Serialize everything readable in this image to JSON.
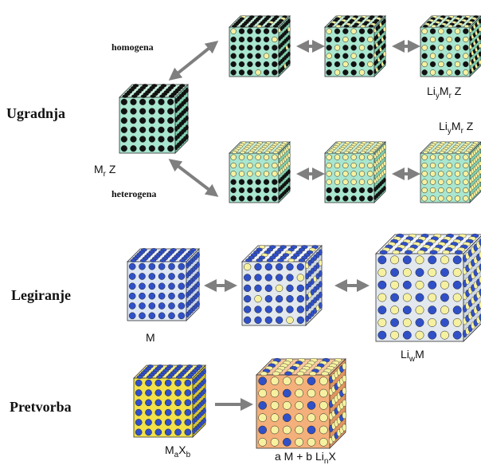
{
  "sections": {
    "ugradnja": "Ugradnja",
    "legiranje": "Legiranje",
    "pretvorba": "Pretvorba"
  },
  "paths": {
    "homogena": "homogena",
    "heterogena": "heterogena"
  },
  "formulas": {
    "mrz": {
      "a": "M",
      "b": "r",
      "c": " Z"
    },
    "liymrz_top": {
      "a": "Li",
      "b": "y",
      "c": "M",
      "d": "r",
      "e": " Z"
    },
    "liymrz_mid": {
      "a": "Li",
      "b": "y",
      "c": "M",
      "d": "r",
      "e": " Z"
    },
    "m": "M",
    "liwm": {
      "a": "Li",
      "b": "w",
      "c": "M"
    },
    "maxb": {
      "a": "M",
      "b": "a",
      "c": "X",
      "d": "b"
    },
    "product": {
      "a": "a M + b Li",
      "b": "n",
      "c": "X"
    }
  },
  "colors": {
    "green_face": "#a8e6cf",
    "green_top": "#c6f0dc",
    "green_side": "#7fcfae",
    "black_dot": "#111111",
    "yellow_dot": "#f6f1a0",
    "blue_dot": "#3050c8",
    "blue_cube_face": "#dde6f5",
    "grey_cube_face": "#e2e8ee",
    "yellow_cube_face": "#f2e24a",
    "orange_cube_face": "#f4b07a",
    "arrow_grey": "#7f7f7f"
  }
}
